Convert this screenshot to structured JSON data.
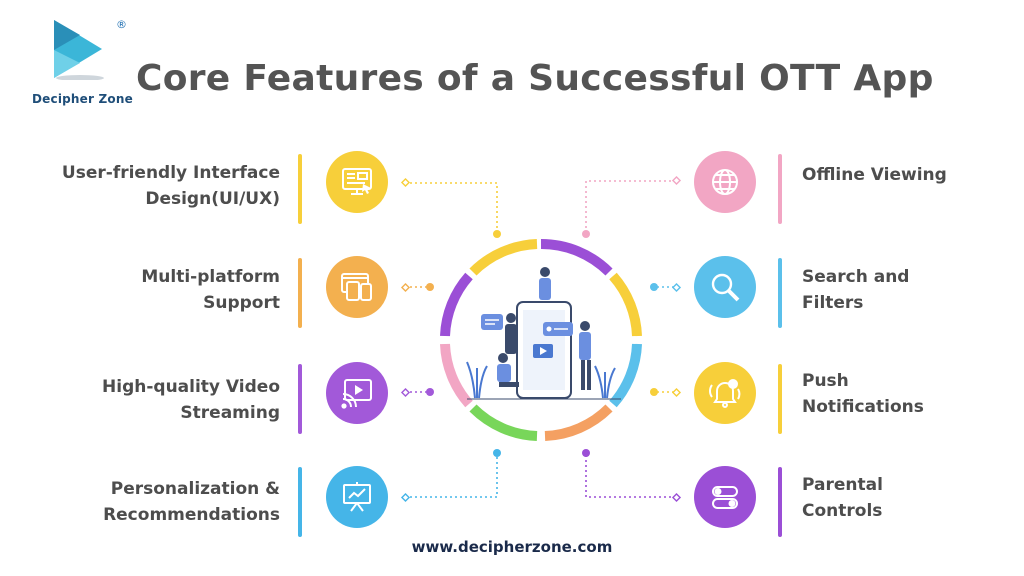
{
  "brand": {
    "name": "Decipher Zone",
    "registered": "®"
  },
  "title": "Core Features of a Successful OTT App",
  "features_left": [
    {
      "line1": "User-friendly Interface",
      "line2": "Design(UI/UX)",
      "color": "#f7cf3a",
      "icon": "ui-design-icon"
    },
    {
      "line1": "Multi-platform",
      "line2": "Support",
      "color": "#f3b04f",
      "icon": "multi-device-icon"
    },
    {
      "line1": "High-quality Video",
      "line2": "Streaming",
      "color": "#a259d9",
      "icon": "video-stream-icon"
    },
    {
      "line1": "Personalization &",
      "line2": "Recommendations",
      "color": "#45b5e8",
      "icon": "presentation-board-icon"
    }
  ],
  "features_right": [
    {
      "line1": "Offline Viewing",
      "line2": "",
      "color": "#f2a6c4",
      "icon": "globe-icon"
    },
    {
      "line1": "Search and",
      "line2": "Filters",
      "color": "#5bc0eb",
      "icon": "search-icon"
    },
    {
      "line1": "Push",
      "line2": "Notifications",
      "color": "#f7cf3a",
      "icon": "bell-icon"
    },
    {
      "line1": "Parental",
      "line2": "Controls",
      "color": "#9b4fd6",
      "icon": "toggle-icon"
    }
  ],
  "footer": {
    "url": "www.decipherzone.com"
  },
  "colors": {
    "title": "#545454",
    "ring": [
      "#f7cf3a",
      "#9b4fd6",
      "#f7cf3a",
      "#5bc0eb",
      "#f4a062",
      "#78d65a",
      "#f2a6c4",
      "#9b4fd6"
    ]
  }
}
